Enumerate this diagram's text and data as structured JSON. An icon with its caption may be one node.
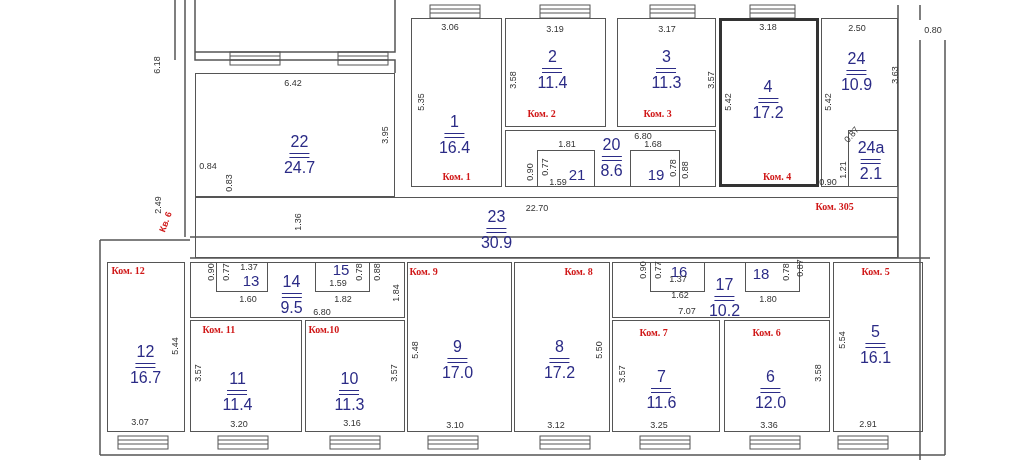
{
  "diagram": {
    "nodes": [
      {
        "text": [
          "22",
          "24.7"
        ]
      },
      {
        "text": [
          "1",
          "16.4",
          "Ком. 1"
        ]
      },
      {
        "text": [
          "2",
          "11.4",
          "Ком. 2"
        ]
      },
      {
        "text": [
          "3",
          "11.3",
          "Ком. 3"
        ]
      },
      {
        "text": [
          "4",
          "17.2",
          "Ком. 4"
        ]
      },
      {
        "text": [
          "24",
          "10.9"
        ]
      },
      {
        "text": [
          "24а",
          "2.1"
        ],
        "in": 5
      },
      {
        "text": [
          "20",
          "8.6"
        ]
      },
      {
        "text": [
          "21"
        ],
        "in": 7
      },
      {
        "text": [
          "19"
        ],
        "in": 7
      },
      {
        "text": [
          "Ком. 305",
          "23",
          "30.9"
        ]
      },
      {
        "text": [
          "Ком. 12",
          "12",
          "16.7"
        ]
      },
      {
        "text": [
          "14",
          "9.5"
        ]
      },
      {
        "text": [
          "13"
        ],
        "in": 12
      },
      {
        "text": [
          "15"
        ],
        "in": 12
      },
      {
        "text": [
          "Ком. 11",
          "11",
          "11.4"
        ]
      },
      {
        "text": [
          "Ком.10",
          "10",
          "11.3"
        ]
      },
      {
        "text": [
          "Ком. 9",
          "9",
          "17.0"
        ]
      },
      {
        "text": [
          "Ком. 8",
          "8",
          "17.2"
        ]
      },
      {
        "text": [
          "17",
          "10.2"
        ]
      },
      {
        "text": [
          "16"
        ],
        "in": 19
      },
      {
        "text": [
          "18"
        ],
        "in": 19
      },
      {
        "text": [
          "Ком. 7",
          "7",
          "11.6"
        ]
      },
      {
        "text": [
          "Ком. 6",
          "6",
          "12.0"
        ]
      },
      {
        "text": [
          "Ком. 5",
          "5",
          "16.1"
        ]
      }
    ],
    "labels": [
      "6.18",
      "6.42",
      "3.95",
      "0.84",
      "0.83",
      "2.49",
      "Кв. 6",
      "1.36",
      "3.06",
      "5.35",
      "3.19",
      "3.58",
      "3.17",
      "3.57",
      "3.18",
      "5.42",
      "5.42",
      "2.50",
      "3.63",
      "0.80",
      "6.80",
      "1.81",
      "1.68",
      "0.90",
      "0.77",
      "1.59",
      "0.78",
      "0.88",
      "0.87",
      "1.21",
      "0.90",
      "22.70",
      "1.37",
      "0.90",
      "0.77",
      "1.60",
      "1.59",
      "0.78",
      "0.88",
      "1.82",
      "1.84",
      "6.80",
      "5.44",
      "3.57",
      "3.57",
      "3.07",
      "3.20",
      "3.16",
      "5.48",
      "5.50",
      "3.10",
      "3.12",
      "0.90",
      "0.77",
      "1.37",
      "1.62",
      "7.07",
      "0.78",
      "0.87",
      "1.80",
      "3.57",
      "3.25",
      "3.58",
      "3.36",
      "5.54",
      "2.91"
    ]
  }
}
